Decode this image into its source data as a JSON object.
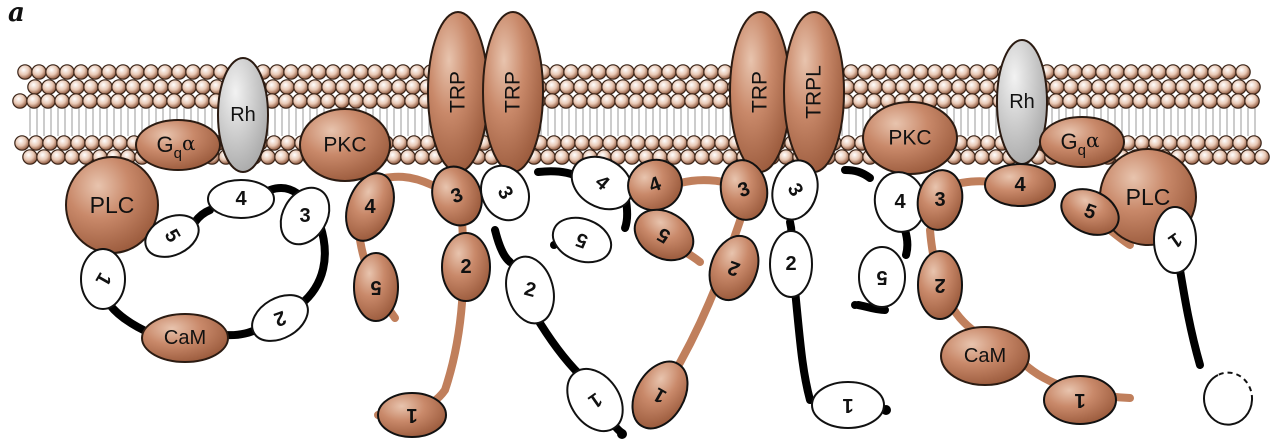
{
  "panel_label": "a",
  "labels": {
    "rh": "Rh",
    "gq": "G",
    "gq_sub": "q",
    "gq_alpha": "α",
    "plc": "PLC",
    "pkc": "PKC",
    "cam": "CaM",
    "trp": "TRP",
    "trpl": "TRPL"
  },
  "domains": {
    "d1": "1",
    "d2": "2",
    "d3": "3",
    "d4": "4",
    "d5": "5"
  },
  "colors": {
    "brown": "#c07f5c",
    "brown_dark": "#8a4f33",
    "grey": "#c9c9c9",
    "white": "#ffffff",
    "linker_dark": "#000000"
  }
}
